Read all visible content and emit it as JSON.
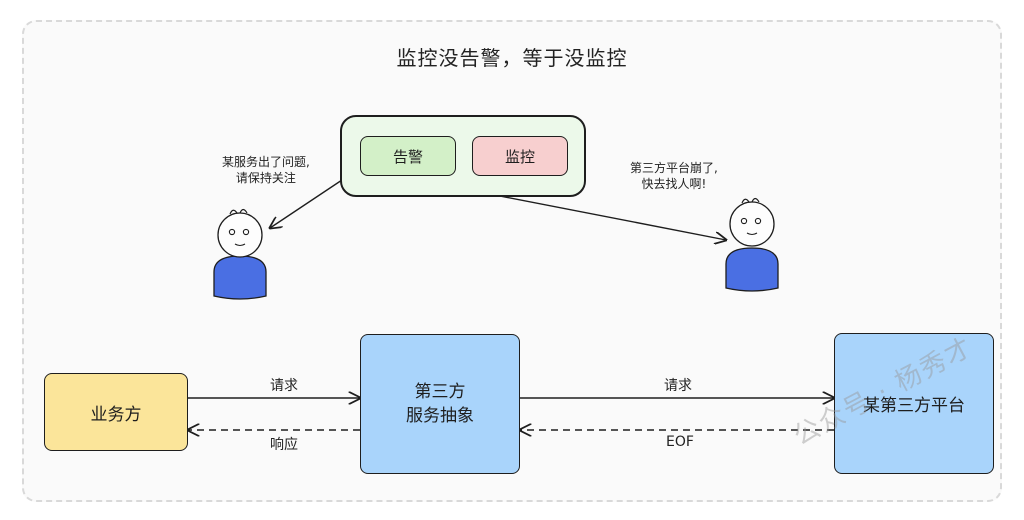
{
  "title": "监控没告警，等于没监控",
  "group": {
    "alarm_label": "告警",
    "monitor_label": "监控"
  },
  "notes": {
    "left_line1": "某服务出了问题,",
    "left_line2": "请保持关注",
    "right_line1": "第三方平台崩了,",
    "right_line2": "快去找人啊!"
  },
  "flow": {
    "business": "业务方",
    "abstraction_line1": "第三方",
    "abstraction_line2": "服务抽象",
    "platform": "某第三方平台",
    "request_left": "请求",
    "response_left": "响应",
    "request_right": "请求",
    "eof_right": "EOF"
  },
  "watermark": "公众号 · 杨秀才",
  "colors": {
    "alarm_fill": "#d3f0c8",
    "monitor_fill": "#f7cfcf",
    "group_fill": "#ecf9ea",
    "business_fill": "#fbe59a",
    "service_fill": "#a9d4fb",
    "person_body": "#4a6fe3"
  }
}
